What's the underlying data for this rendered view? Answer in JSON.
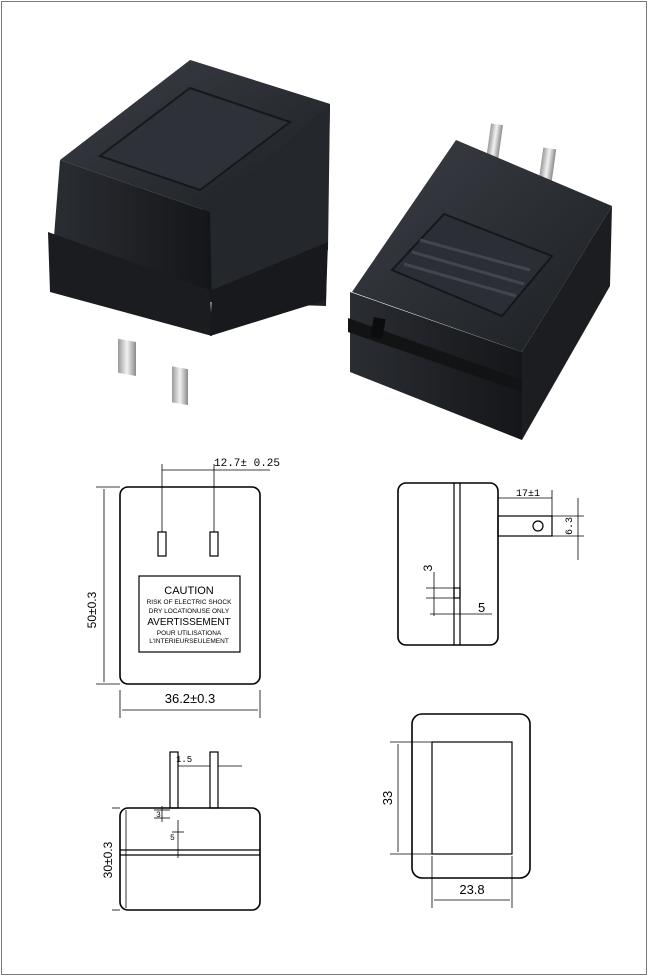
{
  "label": {
    "caution": "CAUTION",
    "caution_line1": "RISK OF ELECTRIC SHOCK",
    "caution_line2": "DRY LOCATIONUSE ONLY",
    "avertissement": "AVERTISSEMENT",
    "avert_line1": "POUR UTILISATIONA",
    "avert_line2": "L'INTERIEURSEULEMENT"
  },
  "dimensions": {
    "front_pin_spacing": "12.7± 0.25",
    "front_height": "50±0.3",
    "front_width": "36.2±0.3",
    "side_pin_length": "17±1",
    "side_pin_hole": "6.3",
    "side_slot_height": "3",
    "side_slot_offset": "5",
    "bottom_pin_width": "1.5",
    "bottom_small_3": "3",
    "bottom_small_5": "5",
    "bottom_height": "30±0.3",
    "top_height": "33",
    "top_width": "23.8"
  },
  "colors": {
    "line": "#000000",
    "body_dark": "#23262b",
    "frame": "#7a7a7a"
  }
}
